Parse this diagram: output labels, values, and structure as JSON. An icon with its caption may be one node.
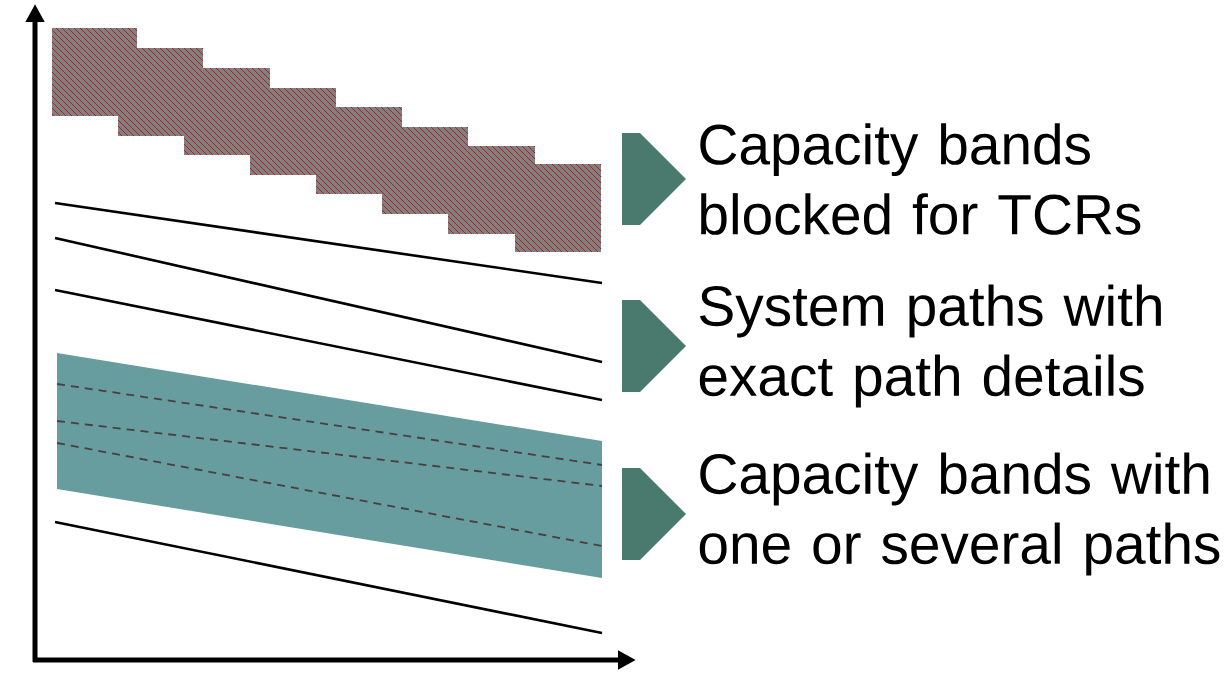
{
  "diagram": {
    "labels": [
      "Capacity bands blocked for TCRs",
      "System paths with exact path details",
      "Capacity bands with one or several paths"
    ]
  }
}
